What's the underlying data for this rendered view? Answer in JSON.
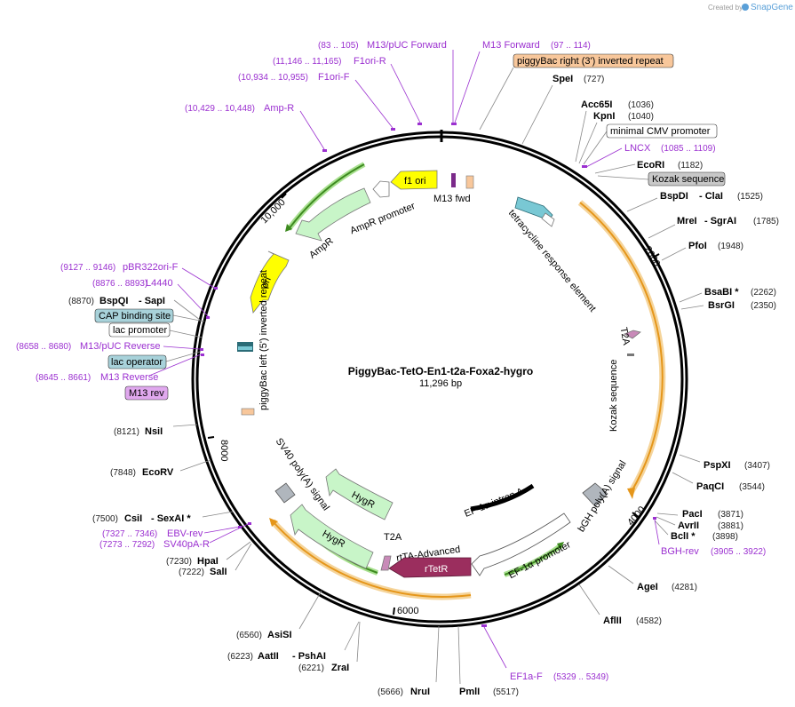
{
  "credit": {
    "text": "Created by",
    "brand": "SnapGene"
  },
  "plasmid": {
    "name": "PiggyBac-TetO-En1-t2a-Foxa2-hygro",
    "size": "11,296 bp"
  },
  "ticks": [
    {
      "label": "2000"
    },
    {
      "label": "4000"
    },
    {
      "label": "6000"
    },
    {
      "label": "8000"
    },
    {
      "label": "10,000"
    }
  ],
  "sites": [
    {
      "name": "SpeI",
      "pos": "(727)"
    },
    {
      "name": "Acc65I",
      "pos": "(1036)"
    },
    {
      "name": "KpnI",
      "pos": "(1040)"
    },
    {
      "name": "EcoRI",
      "pos": "(1182)"
    },
    {
      "name": "BspDI",
      "sep": "- ClaI",
      "pos": "(1525)"
    },
    {
      "name": "MreI",
      "sep": "- SgrAI",
      "pos": "(1785)"
    },
    {
      "name": "PfoI",
      "pos": "(1948)"
    },
    {
      "name": "BsaBI *",
      "pos": "(2262)"
    },
    {
      "name": "BsrGI",
      "pos": "(2350)"
    },
    {
      "name": "PspXI",
      "pos": "(3407)"
    },
    {
      "name": "PaqCI",
      "pos": "(3544)"
    },
    {
      "name": "PacI",
      "pos": "(3871)"
    },
    {
      "name": "AvrII",
      "pos": "(3881)"
    },
    {
      "name": "BclI *",
      "pos": "(3898)"
    },
    {
      "name": "AgeI",
      "pos": "(4281)"
    },
    {
      "name": "AflII",
      "pos": "(4582)"
    },
    {
      "name": "PmlI",
      "pos": "(5517)"
    },
    {
      "name": "NruI",
      "pos": "(5666)"
    },
    {
      "name": "ZraI",
      "pos": "(6221)"
    },
    {
      "name": "AatII",
      "sep": "- PshAI",
      "pos": "(6223)"
    },
    {
      "name": "AsiSI",
      "pos": "(6560)"
    },
    {
      "name": "SalI",
      "pos": "(7222)"
    },
    {
      "name": "HpaI",
      "pos": "(7230)"
    },
    {
      "name": "CsiI",
      "sep": "- SexAI *",
      "pos": "(7500)"
    },
    {
      "name": "EcoRV",
      "pos": "(7848)"
    },
    {
      "name": "NsiI",
      "pos": "(8121)"
    },
    {
      "name": "BspQI",
      "sep": "- SapI",
      "pos": "(8870)"
    }
  ],
  "primers": [
    {
      "name": "M13/pUC Forward",
      "pos": "(83 .. 105)"
    },
    {
      "name": "M13 Forward",
      "pos": "(97 .. 114)"
    },
    {
      "name": "F1ori-R",
      "pos": "(11,146 .. 11,165)"
    },
    {
      "name": "F1ori-F",
      "pos": "(10,934 .. 10,955)"
    },
    {
      "name": "Amp-R",
      "pos": "(10,429 .. 10,448)"
    },
    {
      "name": "LNCX",
      "pos": "(1085 .. 1109)"
    },
    {
      "name": "pBR322ori-F",
      "pos": "(9127 .. 9146)"
    },
    {
      "name": "L4440",
      "pos": "(8876 .. 8893)"
    },
    {
      "name": "M13/pUC Reverse",
      "pos": "(8658 .. 8680)"
    },
    {
      "name": "M13 Reverse",
      "pos": "(8645 .. 8661)"
    },
    {
      "name": "BGH-rev",
      "pos": "(3905 .. 3922)"
    },
    {
      "name": "EF1a-F",
      "pos": "(5329 .. 5349)"
    },
    {
      "name": "EBV-rev",
      "pos": "(7327 .. 7346)"
    },
    {
      "name": "SV40pA-R",
      "pos": "(7273 .. 7292)"
    }
  ],
  "boxed_features": [
    {
      "name": "piggyBac right (3') inverted repeat",
      "fill": "#f8c79b"
    },
    {
      "name": "minimal CMV promoter",
      "fill": "#ffffff"
    },
    {
      "name": "Kozak sequence",
      "fill": "#c8c8c8"
    },
    {
      "name": "CAP binding site",
      "fill": "#a8d2da"
    },
    {
      "name": "lac promoter",
      "fill": "#ffffff"
    },
    {
      "name": "lac operator",
      "fill": "#a8d2da"
    },
    {
      "name": "M13 rev",
      "fill": "#e0a8ee"
    }
  ],
  "features": [
    {
      "name": "f1 ori",
      "color": "#ffff00"
    },
    {
      "name": "AmpR promoter"
    },
    {
      "name": "AmpR",
      "color": "#c8f5c8"
    },
    {
      "name": "ori",
      "color": "#ffff00"
    },
    {
      "name": "M13 fwd"
    },
    {
      "name": "tetracycline response element"
    },
    {
      "name": "T2A"
    },
    {
      "name": "Kozak sequence"
    },
    {
      "name": "bGH poly(A) signal"
    },
    {
      "name": "EF-1α intron A"
    },
    {
      "name": "EF-1α promoter"
    },
    {
      "name": "rtTA-Advanced"
    },
    {
      "name": "rTetR",
      "color": "#9b2e5e"
    },
    {
      "name": "T2A"
    },
    {
      "name": "HygR",
      "color": "#c8f5c8"
    },
    {
      "name": "HygR",
      "color": "#c8f5c8"
    },
    {
      "name": "SV40 poly(A) signal"
    },
    {
      "name": "piggyBac left (5') inverted repeat"
    }
  ],
  "colors": {
    "primer": "#9b30d0",
    "orange_band": "#e5961a",
    "green_band": "#3d8a1f",
    "backbone": "#000000"
  }
}
